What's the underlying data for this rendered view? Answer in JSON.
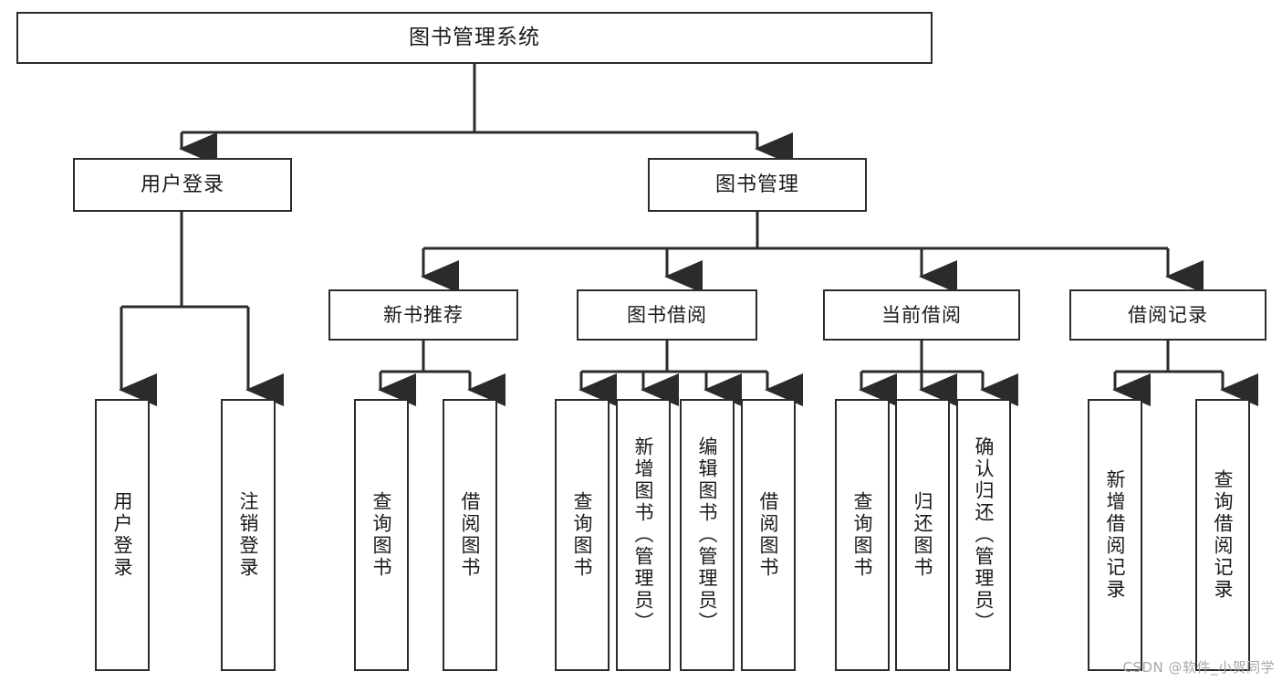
{
  "diagram": {
    "title": "图书管理系统",
    "type": "tree-hierarchy",
    "root": {
      "label": "图书管理系统"
    },
    "level2": [
      {
        "label": "用户登录"
      },
      {
        "label": "图书管理"
      }
    ],
    "level3": [
      {
        "label": "新书推荐"
      },
      {
        "label": "图书借阅"
      },
      {
        "label": "当前借阅"
      },
      {
        "label": "借阅记录"
      }
    ],
    "leaves": {
      "user_login": [
        {
          "label": "用户登录"
        },
        {
          "label": "注销登录"
        }
      ],
      "new_book_recommend": [
        {
          "label": "查询图书"
        },
        {
          "label": "借阅图书"
        }
      ],
      "book_borrow": [
        {
          "label": "查询图书"
        },
        {
          "label": "新增图书（管理员）"
        },
        {
          "label": "编辑图书（管理员）"
        },
        {
          "label": "借阅图书"
        }
      ],
      "current_borrow": [
        {
          "label": "查询图书"
        },
        {
          "label": "归还图书"
        },
        {
          "label": "确认归还（管理员）"
        }
      ],
      "borrow_record": [
        {
          "label": "新增借阅记录"
        },
        {
          "label": "查询借阅记录"
        }
      ]
    }
  },
  "watermark": {
    "text": "CSDN @软件_小贺同学"
  },
  "colors": {
    "border": "#2b2b2b",
    "background": "#ffffff",
    "text": "#1a1a1a",
    "watermark": "#a8a8a8"
  }
}
